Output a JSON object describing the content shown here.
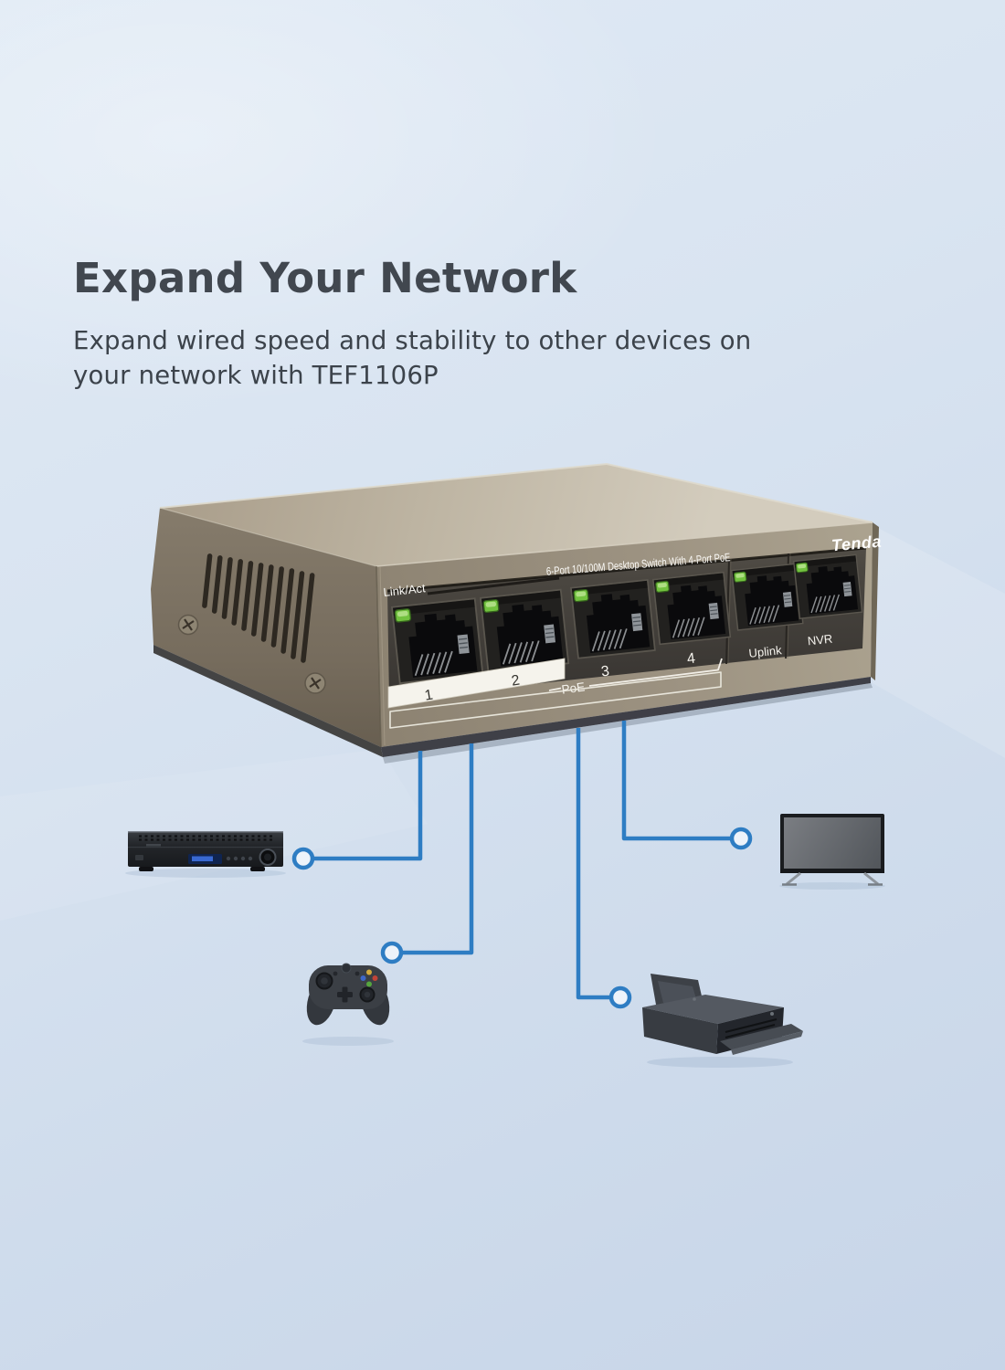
{
  "page": {
    "background_top": "#e0eaf5",
    "background_bottom": "#c7d5e8"
  },
  "header": {
    "title": "Expand Your Network",
    "subtitle_line1": "Expand wired speed and stability to other devices on",
    "subtitle_line2": "your network with TEF1106P",
    "model": "TEF1106P"
  },
  "switch": {
    "brand": "Tenda",
    "panel_text": "6-Port 10/100M Desktop Switch With 4-Port PoE",
    "labels": {
      "link_act": "Link/Act",
      "port1": "1",
      "port2": "2",
      "port3": "3",
      "port4": "4",
      "poe": "PoE",
      "uplink": "Uplink",
      "nvr": "NVR"
    },
    "colors": {
      "body_bronze": "#9b9180",
      "top_face": "#c3bbaa",
      "side_face": "#776d5e",
      "port_panel": "#44403a",
      "led_green": "#72c23f",
      "label_strip": "#f5f3ec"
    }
  },
  "connections": {
    "line_color": "#2e7dc3",
    "endpoint_icons": [
      "nvr-recorder-icon",
      "game-controller-icon",
      "tv-icon",
      "printer-icon"
    ]
  }
}
